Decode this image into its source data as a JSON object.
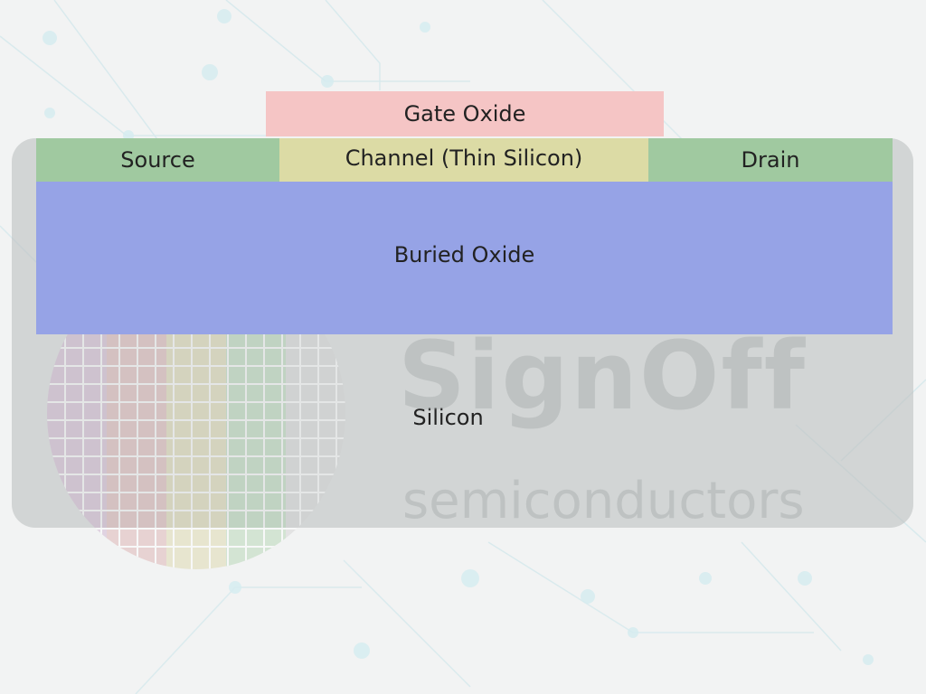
{
  "layers": {
    "gate_oxide": "Gate Oxide",
    "source": "Source",
    "channel": "Channel (Thin Silicon)",
    "drain": "Drain",
    "buried_oxide": "Buried Oxide",
    "silicon": "Silicon"
  },
  "watermark": {
    "brand": "SignOff",
    "sub": "semiconductors"
  },
  "colors": {
    "gate_oxide": "#f5c5c5",
    "source_drain": "#a0c9a0",
    "channel": "#dcdba5",
    "buried_oxide": "#96a3e6",
    "silicon": "#bec1c1"
  }
}
